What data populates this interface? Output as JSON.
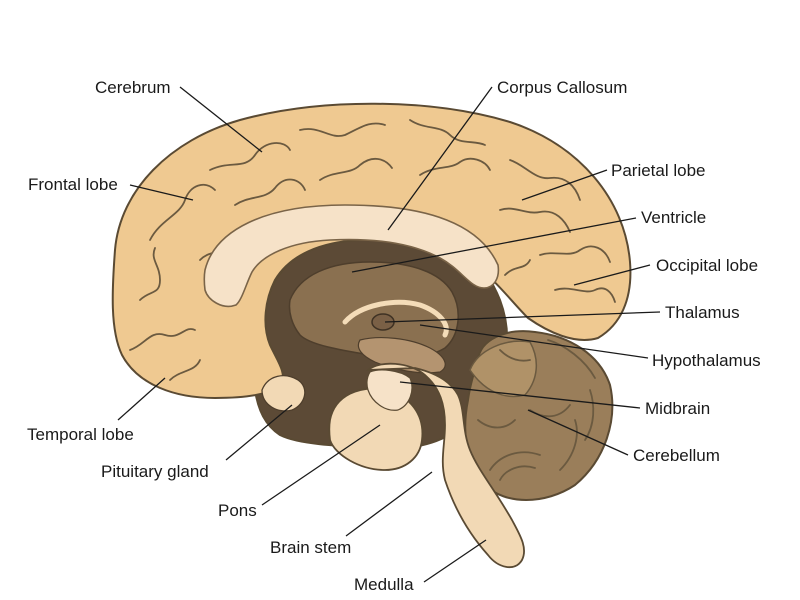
{
  "labels": {
    "cerebrum": "Cerebrum",
    "corpus_callosum": "Corpus Callosum",
    "frontal_lobe": "Frontal lobe",
    "parietal_lobe": "Parietal lobe",
    "ventricle": "Ventricle",
    "occipital_lobe": "Occipital lobe",
    "thalamus": "Thalamus",
    "hypothalamus": "Hypothalamus",
    "midbrain": "Midbrain",
    "cerebellum": "Cerebellum",
    "temporal_lobe": "Temporal lobe",
    "pituitary_gland": "Pituitary gland",
    "pons": "Pons",
    "brain_stem": "Brain stem",
    "medulla": "Medulla"
  },
  "colors": {
    "cortex": "#efc991",
    "cortex_light": "#f4dcb8",
    "corpus_callosum": "#f6e2c8",
    "dark_tissue": "#5c4a36",
    "mid_tissue": "#8a7050",
    "cerebellum": "#9a7e5a",
    "brainstem": "#f2d9b5"
  }
}
